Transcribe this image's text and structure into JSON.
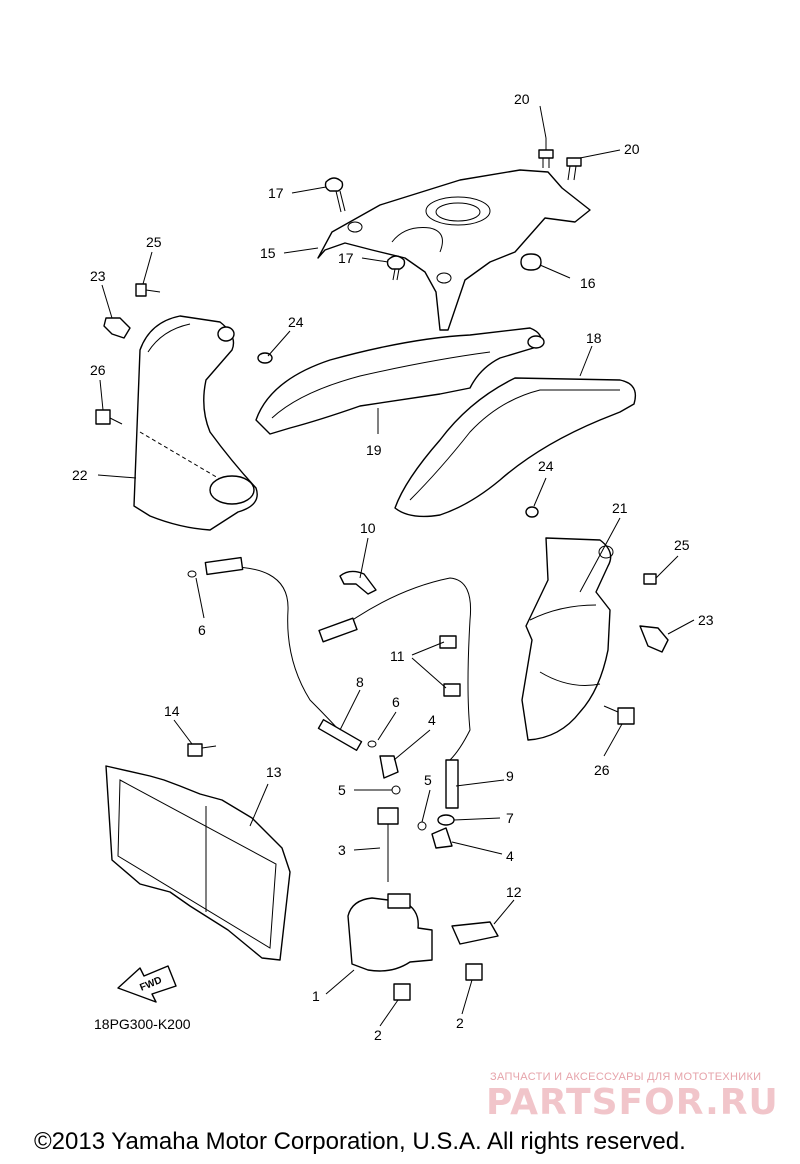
{
  "diagram": {
    "drawing_code": "18PG300-K200",
    "fwd_label": "FWD",
    "copyright": "©2013 Yamaha Motor Corporation, U.S.A. All rights reserved.",
    "watermark": {
      "tagline": "ЗАПЧАСТИ И АКСЕССУАРЫ ДЛЯ МОТОТЕХНИКИ",
      "logo": "PARTSFOR.RU"
    },
    "callouts": [
      "20",
      "20",
      "17",
      "15",
      "17",
      "16",
      "25",
      "23",
      "24",
      "18",
      "26",
      "19",
      "22",
      "24",
      "10",
      "21",
      "25",
      "6",
      "23",
      "11",
      "8",
      "6",
      "4",
      "14",
      "13",
      "26",
      "5",
      "9",
      "5",
      "7",
      "3",
      "4",
      "12",
      "1",
      "2",
      "2"
    ]
  }
}
